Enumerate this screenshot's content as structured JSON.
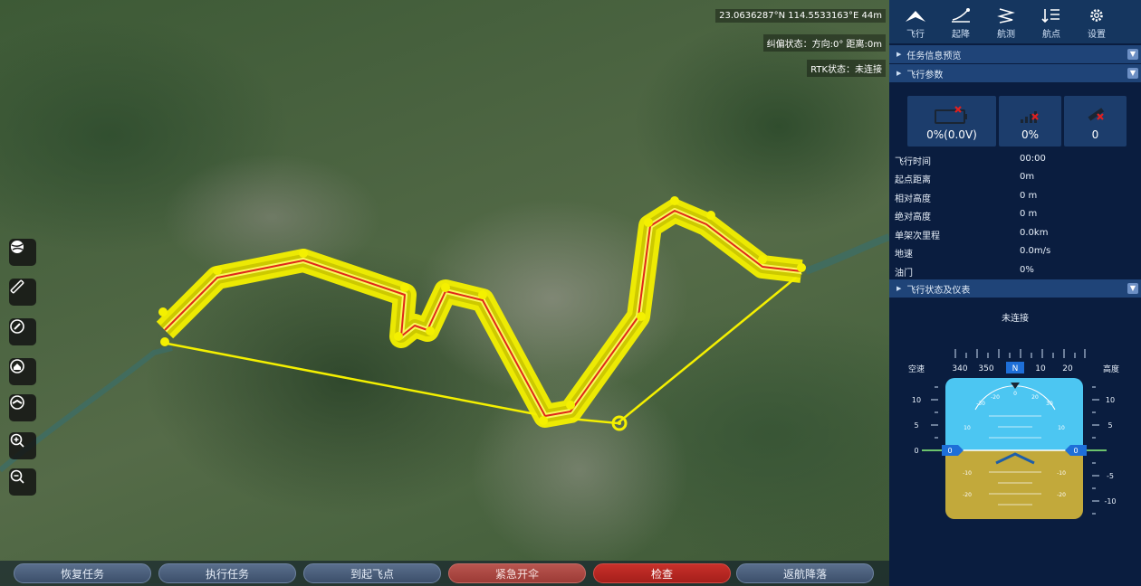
{
  "map": {
    "coordinate": "23.0636287°N 114.5533163°E 44m",
    "deviation": "纠偏状态：方向:0° 距离:0m",
    "rtk": "RTK状态：未连接",
    "tools": [
      {
        "name": "globe-layer-icon"
      },
      {
        "name": "ruler-measure-icon"
      },
      {
        "name": "compass-icon"
      },
      {
        "name": "home-location-icon"
      },
      {
        "name": "drone-locate-icon"
      },
      {
        "name": "zoom-in-icon"
      },
      {
        "name": "zoom-out-icon"
      }
    ],
    "route_color": "#f4f000",
    "route_center_color": "#e0261a"
  },
  "actions": [
    {
      "label": "恢复任务",
      "style": "normal"
    },
    {
      "label": "执行任务",
      "style": "normal"
    },
    {
      "label": "到起飞点",
      "style": "normal"
    },
    {
      "label": "紧急开伞",
      "style": "danger-light"
    },
    {
      "label": "检查",
      "style": "danger"
    },
    {
      "label": "返航降落",
      "style": "normal"
    }
  ],
  "panel": {
    "tabs": [
      {
        "label": "飞行",
        "icon": "plane-icon"
      },
      {
        "label": "起降",
        "icon": "takeoff-landing-icon"
      },
      {
        "label": "航测",
        "icon": "survey-icon"
      },
      {
        "label": "航点",
        "icon": "waypoint-list-icon"
      },
      {
        "label": "设置",
        "icon": "gear-icon"
      }
    ],
    "sections": {
      "task_preview": "任务信息预览",
      "flight_params": "飞行参数",
      "flight_status": "飞行状态及仪表"
    },
    "cards": {
      "battery": "0%(0.0V)",
      "signal": "0%",
      "satellites": "0"
    },
    "params": [
      {
        "label": "飞行时间",
        "value": "00:00"
      },
      {
        "label": "起点距离",
        "value": "0m"
      },
      {
        "label": "相对高度",
        "value": "0 m"
      },
      {
        "label": "绝对高度",
        "value": "0 m"
      },
      {
        "label": "单架次里程",
        "value": "0.0km"
      },
      {
        "label": "地速",
        "value": "0.0m/s"
      },
      {
        "label": "油门",
        "value": "0%"
      }
    ],
    "connection": "未连接",
    "instrument": {
      "airspeed_label": "空速",
      "altitude_label": "高度",
      "heading_ticks": [
        "340",
        "350",
        "N",
        "10",
        "20"
      ],
      "left_scale": [
        "10",
        "5",
        "0"
      ],
      "right_scale": [
        "10",
        "5",
        "0",
        "-5",
        "-10"
      ],
      "pitch_labels": [
        "10",
        "10",
        "-10",
        "-10",
        "-20",
        "-20"
      ],
      "roll_labels": [
        "-30",
        "-20",
        "0",
        "20",
        "30"
      ],
      "airspeed_value": "0",
      "altitude_value": "0",
      "sky_color": "#4cc6f2",
      "ground_color": "#c2a93b"
    }
  }
}
